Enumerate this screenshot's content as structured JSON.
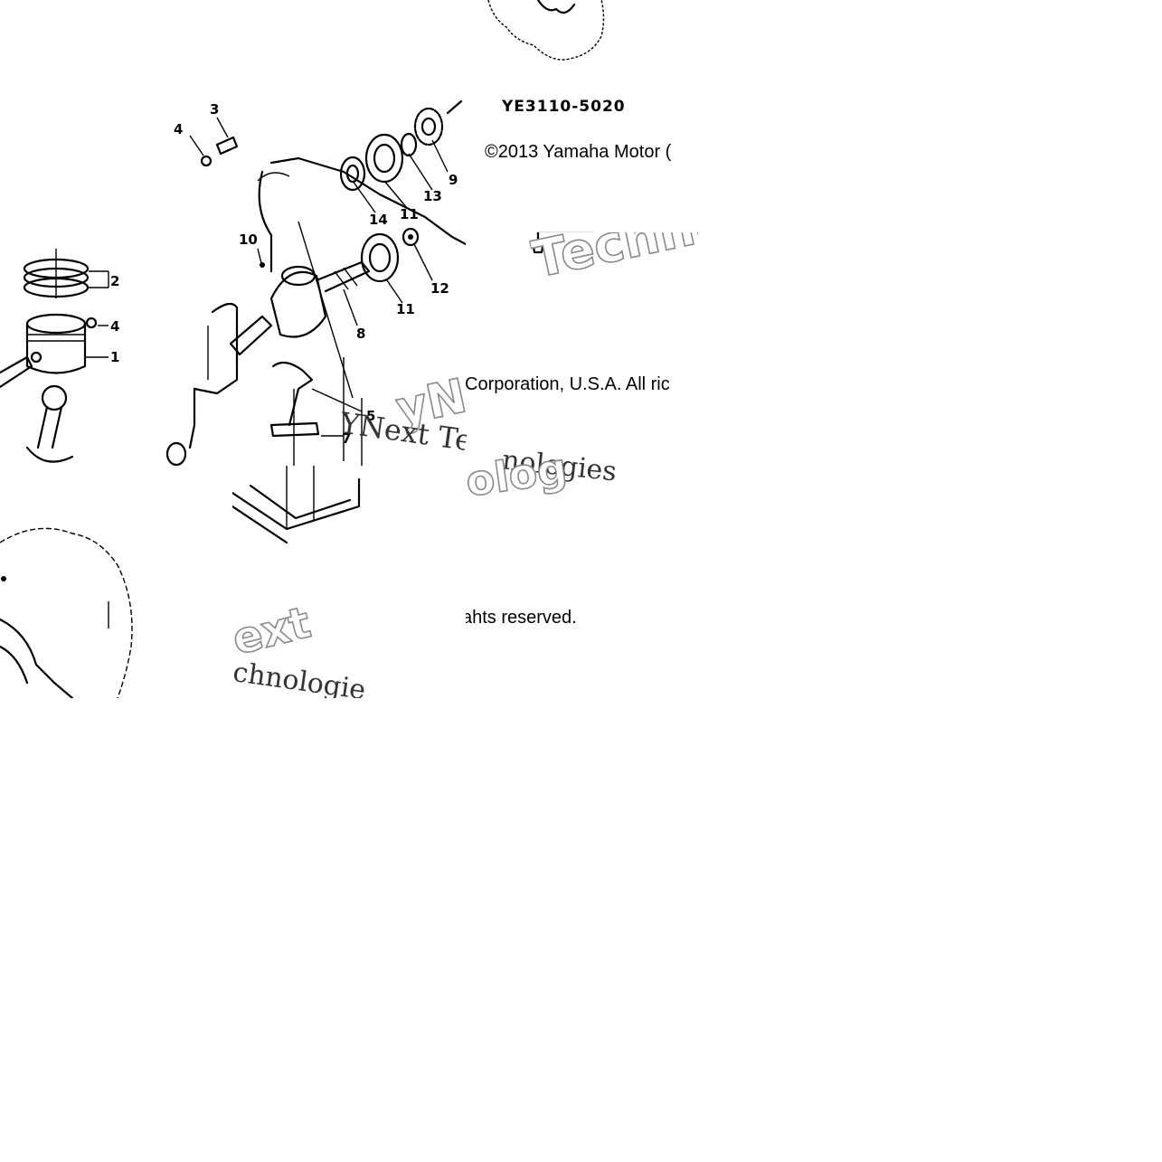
{
  "diagram": {
    "drawing_code": "YE3110-5020",
    "copyright_line1": "©2013 Yamaha Motor (",
    "copyright_line2": "Corporation, U.S.A. All ric",
    "copyright_line3": "ahts reserved.",
    "watermarks": {
      "tile_top_right": "Techno",
      "tile_mid": "YNext Tec",
      "tile_mid_extra": "nologies",
      "tile_mid_outline": "yNe",
      "tile_mid_outline2": "olog",
      "tile_bottom_left_1": "ext",
      "tile_bottom_left_2": "chnologie"
    },
    "part_labels": [
      {
        "num": "1",
        "part": "piston"
      },
      {
        "num": "2",
        "part": "piston-ring-set"
      },
      {
        "num": "3",
        "part": "piston-pin"
      },
      {
        "num": "4",
        "part": "piston-pin-clip"
      },
      {
        "num": "4",
        "part": "piston-pin-clip-lower"
      },
      {
        "num": "5",
        "part": "connecting-rod-part"
      },
      {
        "num": "7",
        "part": "bearing-shim"
      },
      {
        "num": "8",
        "part": "crankshaft"
      },
      {
        "num": "9",
        "part": "drive-gear"
      },
      {
        "num": "10",
        "part": "key"
      },
      {
        "num": "11",
        "part": "bearing-upper"
      },
      {
        "num": "11",
        "part": "bearing-lower"
      },
      {
        "num": "12",
        "part": "oil-seal"
      },
      {
        "num": "13",
        "part": "circlip"
      },
      {
        "num": "14",
        "part": "bearing-small"
      }
    ]
  }
}
